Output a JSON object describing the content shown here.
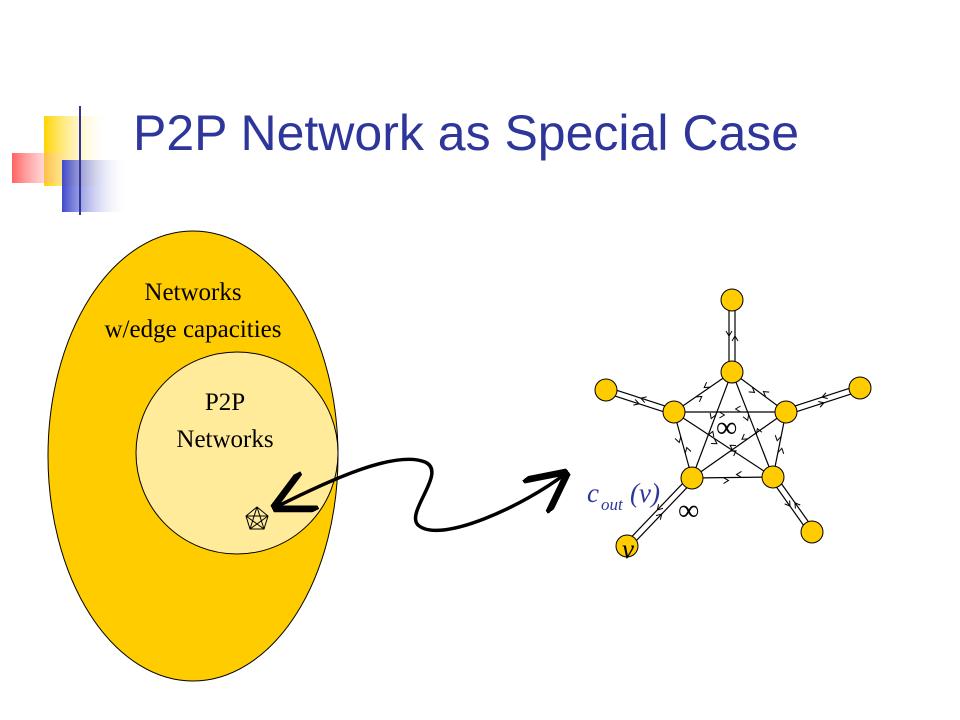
{
  "slide": {
    "title": "P2P Network as Special Case"
  },
  "venn": {
    "outer_label_line1": "Networks",
    "outer_label_line2": "w/edge capacities",
    "inner_label_line1": "P2P",
    "inner_label_line2": "Networks"
  },
  "graph": {
    "label_cout_c": "c",
    "label_cout_sub": "out",
    "label_cout_arg": "(v)",
    "label_v": "v",
    "label_infinity_inner": "∞",
    "label_infinity_edge": "∞"
  },
  "colors": {
    "title": "#2f3699",
    "outer_fill": "#ffcc00",
    "inner_fill": "#ffeb99",
    "node_fill": "#ffcc00",
    "label_blue": "#2f3699",
    "outline": "#000000"
  }
}
